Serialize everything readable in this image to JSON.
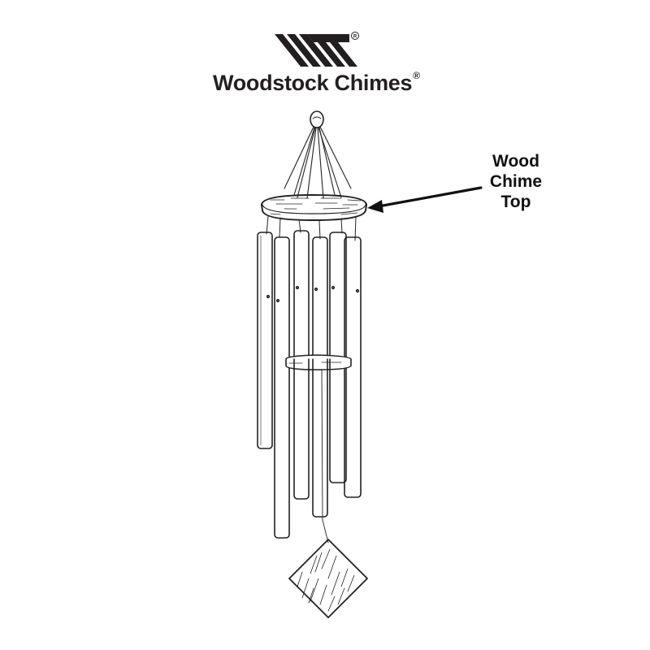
{
  "brand": {
    "logo_icon": "woodstock-stripes-logo",
    "name": "Woodstock Chimes",
    "registered_mark": "®"
  },
  "callout": {
    "line1": "Wood",
    "line2": "Chime",
    "line3": "Top"
  },
  "colors": {
    "ink": "#231f20",
    "background": "#ffffff"
  }
}
